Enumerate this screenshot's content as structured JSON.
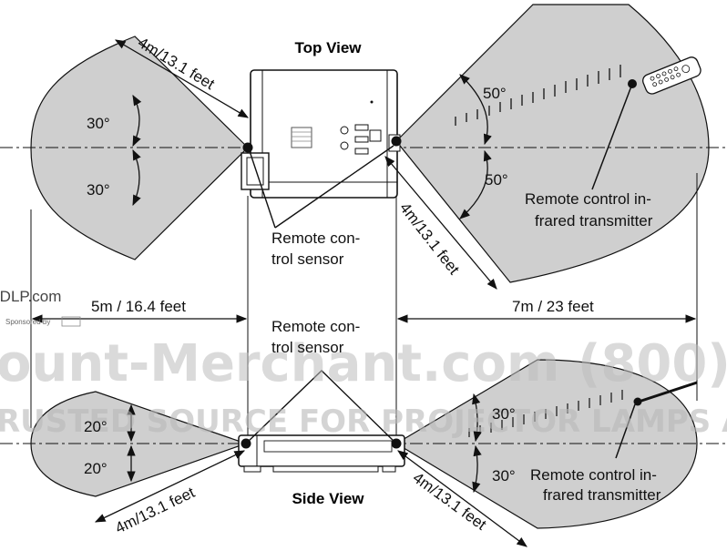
{
  "diagram": {
    "top_view_title": "Top View",
    "side_view_title": "Side View",
    "labels": {
      "range_front_top": "4m/13.1 feet",
      "range_rear_top": "4m/13.1 feet",
      "range_front_side": "4m/13.1 feet",
      "range_rear_side": "4m/13.1 feet",
      "dist_left": "5m / 16.4 feet",
      "dist_right": "7m / 23 feet",
      "angle_top_left_up": "30°",
      "angle_top_left_down": "30°",
      "angle_top_right_up": "50°",
      "angle_top_right_down": "50°",
      "angle_side_left_up": "20°",
      "angle_side_left_down": "20°",
      "angle_side_right_up": "30°",
      "angle_side_right_down": "30°",
      "sensor_top_line1": "Remote con-",
      "sensor_top_line2": "trol sensor",
      "sensor_mid_line1": "Remote con-",
      "sensor_mid_line2": "trol sensor",
      "transmitter_top_line1": "Remote control in-",
      "transmitter_top_line2": "frared transmitter",
      "transmitter_side_line1": "Remote control in-",
      "transmitter_side_line2": "frared transmitter"
    },
    "colors": {
      "zone_fill": "#cfcfcf",
      "stroke": "#111111"
    }
  },
  "watermark": {
    "site": "rDLP.com",
    "sponsor": "Sponsored by",
    "brand": "ount-Merchant.com (800)",
    "tagline": "RUSTED SOURCE FOR PROJECTOR LAMPS AND A"
  }
}
